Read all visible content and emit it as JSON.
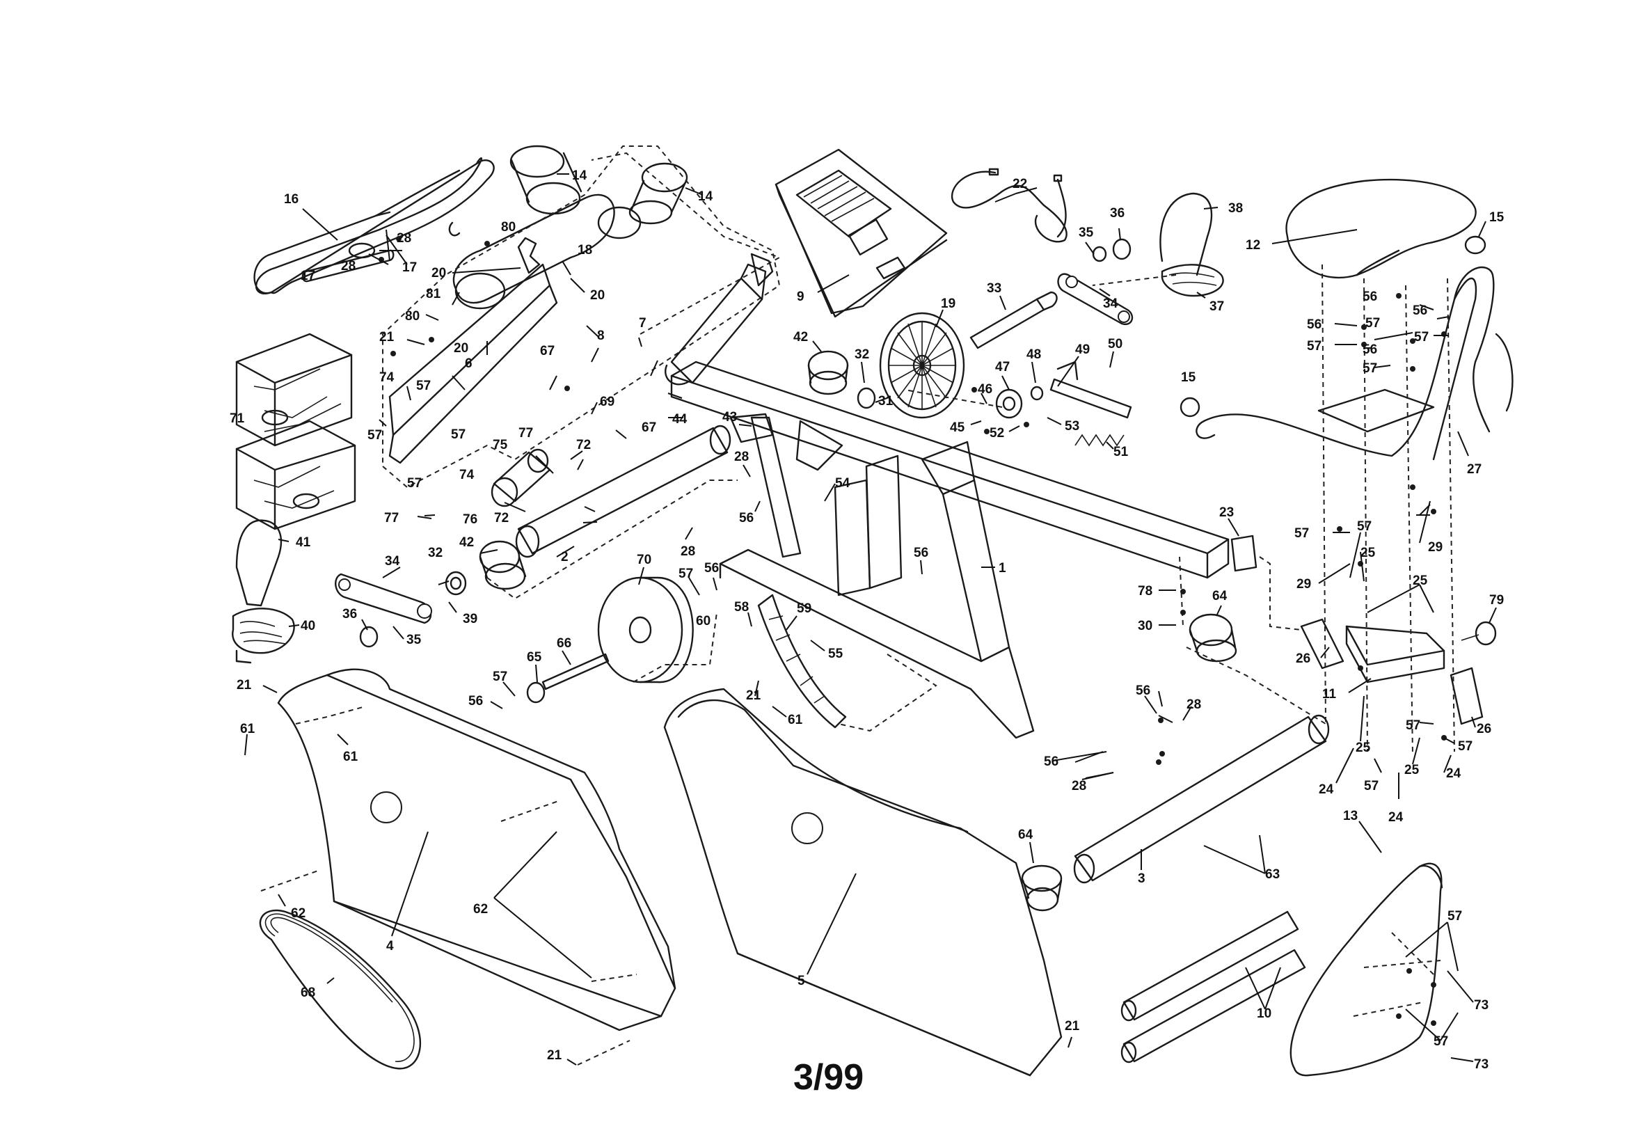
{
  "sheet_id": "3/99",
  "callouts": [
    {
      "id": "c16",
      "label": "16"
    },
    {
      "id": "c14a",
      "label": "14"
    },
    {
      "id": "c14b",
      "label": "14"
    },
    {
      "id": "c28a",
      "label": "28"
    },
    {
      "id": "c80a",
      "label": "80"
    },
    {
      "id": "c17a",
      "label": "17"
    },
    {
      "id": "c28b",
      "label": "28"
    },
    {
      "id": "c17b",
      "label": "17"
    },
    {
      "id": "c20a",
      "label": "20"
    },
    {
      "id": "c18",
      "label": "18"
    },
    {
      "id": "c20b",
      "label": "20"
    },
    {
      "id": "c81",
      "label": "81"
    },
    {
      "id": "c80b",
      "label": "80"
    },
    {
      "id": "c21a",
      "label": "21"
    },
    {
      "id": "c20c",
      "label": "20"
    },
    {
      "id": "c7",
      "label": "7"
    },
    {
      "id": "c8",
      "label": "8"
    },
    {
      "id": "c67a",
      "label": "67"
    },
    {
      "id": "c6",
      "label": "6"
    },
    {
      "id": "c74a",
      "label": "74"
    },
    {
      "id": "c57a",
      "label": "57"
    },
    {
      "id": "c69",
      "label": "69"
    },
    {
      "id": "c67b",
      "label": "67"
    },
    {
      "id": "c44",
      "label": "44"
    },
    {
      "id": "c71",
      "label": "71"
    },
    {
      "id": "c57b",
      "label": "57"
    },
    {
      "id": "c57c",
      "label": "57"
    },
    {
      "id": "c75",
      "label": "75"
    },
    {
      "id": "c77a",
      "label": "77"
    },
    {
      "id": "c72a",
      "label": "72"
    },
    {
      "id": "c57d",
      "label": "57"
    },
    {
      "id": "c74b",
      "label": "74"
    },
    {
      "id": "c76",
      "label": "76"
    },
    {
      "id": "c72b",
      "label": "72"
    },
    {
      "id": "c77b",
      "label": "77"
    },
    {
      "id": "c2",
      "label": "2"
    },
    {
      "id": "c41",
      "label": "41"
    },
    {
      "id": "c42a",
      "label": "42"
    },
    {
      "id": "c32a",
      "label": "32"
    },
    {
      "id": "c34a",
      "label": "34"
    },
    {
      "id": "c39",
      "label": "39"
    },
    {
      "id": "c40",
      "label": "40"
    },
    {
      "id": "c36a",
      "label": "36"
    },
    {
      "id": "c35a",
      "label": "35"
    },
    {
      "id": "c9",
      "label": "9"
    },
    {
      "id": "c22",
      "label": "22"
    },
    {
      "id": "c35b",
      "label": "35"
    },
    {
      "id": "c36b",
      "label": "36"
    },
    {
      "id": "c38",
      "label": "38"
    },
    {
      "id": "c15a",
      "label": "15"
    },
    {
      "id": "c12",
      "label": "12"
    },
    {
      "id": "c33",
      "label": "33"
    },
    {
      "id": "c19",
      "label": "19"
    },
    {
      "id": "c34b",
      "label": "34"
    },
    {
      "id": "c37",
      "label": "37"
    },
    {
      "id": "c42b",
      "label": "42"
    },
    {
      "id": "c32b",
      "label": "32"
    },
    {
      "id": "c31",
      "label": "31"
    },
    {
      "id": "c47",
      "label": "47"
    },
    {
      "id": "c48",
      "label": "48"
    },
    {
      "id": "c49",
      "label": "49"
    },
    {
      "id": "c50",
      "label": "50"
    },
    {
      "id": "c46",
      "label": "46"
    },
    {
      "id": "c45",
      "label": "45"
    },
    {
      "id": "c52",
      "label": "52"
    },
    {
      "id": "c53",
      "label": "53"
    },
    {
      "id": "c51",
      "label": "51"
    },
    {
      "id": "c43",
      "label": "43"
    },
    {
      "id": "c28c",
      "label": "28"
    },
    {
      "id": "c56a",
      "label": "56"
    },
    {
      "id": "c54",
      "label": "54"
    },
    {
      "id": "c28d",
      "label": "28"
    },
    {
      "id": "c1",
      "label": "1"
    },
    {
      "id": "c70",
      "label": "70"
    },
    {
      "id": "c57e",
      "label": "57"
    },
    {
      "id": "c56b",
      "label": "56"
    },
    {
      "id": "c60",
      "label": "60"
    },
    {
      "id": "c56c",
      "label": "56"
    },
    {
      "id": "c58",
      "label": "58"
    },
    {
      "id": "c59",
      "label": "59"
    },
    {
      "id": "c55",
      "label": "55"
    },
    {
      "id": "c66",
      "label": "66"
    },
    {
      "id": "c65",
      "label": "65"
    },
    {
      "id": "c57f",
      "label": "57"
    },
    {
      "id": "c56d",
      "label": "56"
    },
    {
      "id": "c21b",
      "label": "21"
    },
    {
      "id": "c21c",
      "label": "21"
    },
    {
      "id": "c61a",
      "label": "61"
    },
    {
      "id": "c61b",
      "label": "61"
    },
    {
      "id": "c61c",
      "label": "61"
    },
    {
      "id": "c15b",
      "label": "15"
    },
    {
      "id": "c56e",
      "label": "56"
    },
    {
      "id": "c56f",
      "label": "56"
    },
    {
      "id": "c57g",
      "label": "57"
    },
    {
      "id": "c56g",
      "label": "56"
    },
    {
      "id": "c57h",
      "label": "57"
    },
    {
      "id": "c56h",
      "label": "56"
    },
    {
      "id": "c57i",
      "label": "57"
    },
    {
      "id": "c57j",
      "label": "57"
    },
    {
      "id": "c27",
      "label": "27"
    },
    {
      "id": "c23",
      "label": "23"
    },
    {
      "id": "c57k",
      "label": "57"
    },
    {
      "id": "c57l",
      "label": "57"
    },
    {
      "id": "c29a",
      "label": "29"
    },
    {
      "id": "c25a",
      "label": "25"
    },
    {
      "id": "c29b",
      "label": "29"
    },
    {
      "id": "c25b",
      "label": "25"
    },
    {
      "id": "c78",
      "label": "78"
    },
    {
      "id": "c30",
      "label": "30"
    },
    {
      "id": "c64a",
      "label": "64"
    },
    {
      "id": "c79",
      "label": "79"
    },
    {
      "id": "c26a",
      "label": "26"
    },
    {
      "id": "c11",
      "label": "11"
    },
    {
      "id": "c26b",
      "label": "26"
    },
    {
      "id": "c56i",
      "label": "56"
    },
    {
      "id": "c28e",
      "label": "28"
    },
    {
      "id": "c57m",
      "label": "57"
    },
    {
      "id": "c57n",
      "label": "57"
    },
    {
      "id": "c25c",
      "label": "25"
    },
    {
      "id": "c25d",
      "label": "25"
    },
    {
      "id": "c56j",
      "label": "56"
    },
    {
      "id": "c28f",
      "label": "28"
    },
    {
      "id": "c24a",
      "label": "24"
    },
    {
      "id": "c57o",
      "label": "57"
    },
    {
      "id": "c24b",
      "label": "24"
    },
    {
      "id": "c24c",
      "label": "24"
    },
    {
      "id": "c62a",
      "label": "62"
    },
    {
      "id": "c62b",
      "label": "62"
    },
    {
      "id": "c4",
      "label": "4"
    },
    {
      "id": "c5",
      "label": "5"
    },
    {
      "id": "c64b",
      "label": "64"
    },
    {
      "id": "c3",
      "label": "3"
    },
    {
      "id": "c63",
      "label": "63"
    },
    {
      "id": "c13",
      "label": "13"
    },
    {
      "id": "c57p",
      "label": "57"
    },
    {
      "id": "c73a",
      "label": "73"
    },
    {
      "id": "c57q",
      "label": "57"
    },
    {
      "id": "c73b",
      "label": "73"
    },
    {
      "id": "c68",
      "label": "68"
    },
    {
      "id": "c10",
      "label": "10"
    },
    {
      "id": "c21d",
      "label": "21"
    },
    {
      "id": "c21e",
      "label": "21"
    }
  ]
}
